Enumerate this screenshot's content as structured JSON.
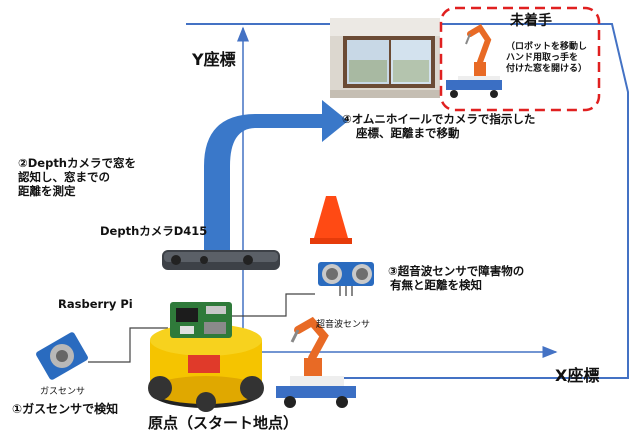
{
  "axes": {
    "y_label": "Y座標",
    "x_label": "X座標"
  },
  "labels": {
    "not_started": "未着手",
    "not_started_note": [
      "（ロボットを移動し",
      "ハンド用取っ手を",
      "付けた窓を開ける）"
    ],
    "step1": "①ガスセンサで検知",
    "step2": [
      "②Depthカメラで窓を",
      "認知し、窓までの",
      "距離を測定"
    ],
    "step3": [
      "③超音波センサで障害物の",
      "有無と距離を検知"
    ],
    "step4": [
      "④オムニホイールでカメラで指示した",
      "座標、距離まで移動"
    ],
    "depth_camera": "DepthカメラD415",
    "raspberry_pi": "Rasberry Pi",
    "gas_sensor": "ガスセンサ",
    "ultrasonic_sensor": "超音波センサ",
    "origin": "原点（スタート地点）"
  },
  "colors": {
    "axis_blue": "#4472c4",
    "arrow_blue": "#3a78c9",
    "dashed_red": "#e02020",
    "line_dark": "#444444"
  }
}
